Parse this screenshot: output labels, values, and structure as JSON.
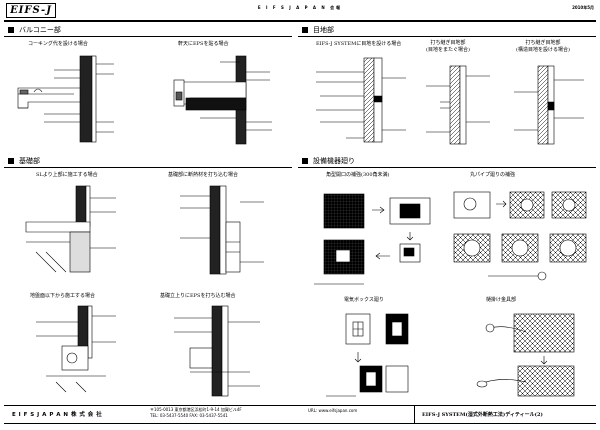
{
  "header": {
    "logo": "EIFS-J",
    "title": "E I F S J A P A N 会報",
    "date": "2010年5月"
  },
  "sections": {
    "balcony": {
      "title": "バルコニー部",
      "captions": [
        "コーキング代を設ける場合",
        "軒天にEPSを貼る場合"
      ]
    },
    "joint": {
      "title": "目地部",
      "captions": [
        "EIFS-J SYSTEMに目地を設ける場合",
        "打ち継ぎ目地部\n(目地をまたぐ場合)",
        "打ち継ぎ目地部\n(構造目地を設ける場合)"
      ]
    },
    "foundation": {
      "title": "基礎部",
      "captions": [
        "SLより上部に施工する場合",
        "基礎部に断熱材を打ち込む場合",
        "地盤面以下から施工する場合",
        "基礎立上りにEPSを打ち込む場合"
      ]
    },
    "equipment": {
      "title": "設備機器廻り",
      "captions": [
        "角型開口の補強(300角未満)",
        "丸パイプ廻りの補強",
        "電気ボックス廻り",
        "樋掛け金具部"
      ]
    }
  },
  "footer": {
    "company": "E I F S  J A P A N 株 式 会 社",
    "address_line1": "〒105-0013 東京都港区浜松町1-9-14 加賀ビル4F",
    "address_line2": "TEL: 03-5437-5540 FAX: 03-5437-5541",
    "url": "URL: www.eifsjapan.com",
    "doc_title": "EIFS-J SYSTEM(湿式外断熱工法)ディティール(2)"
  }
}
